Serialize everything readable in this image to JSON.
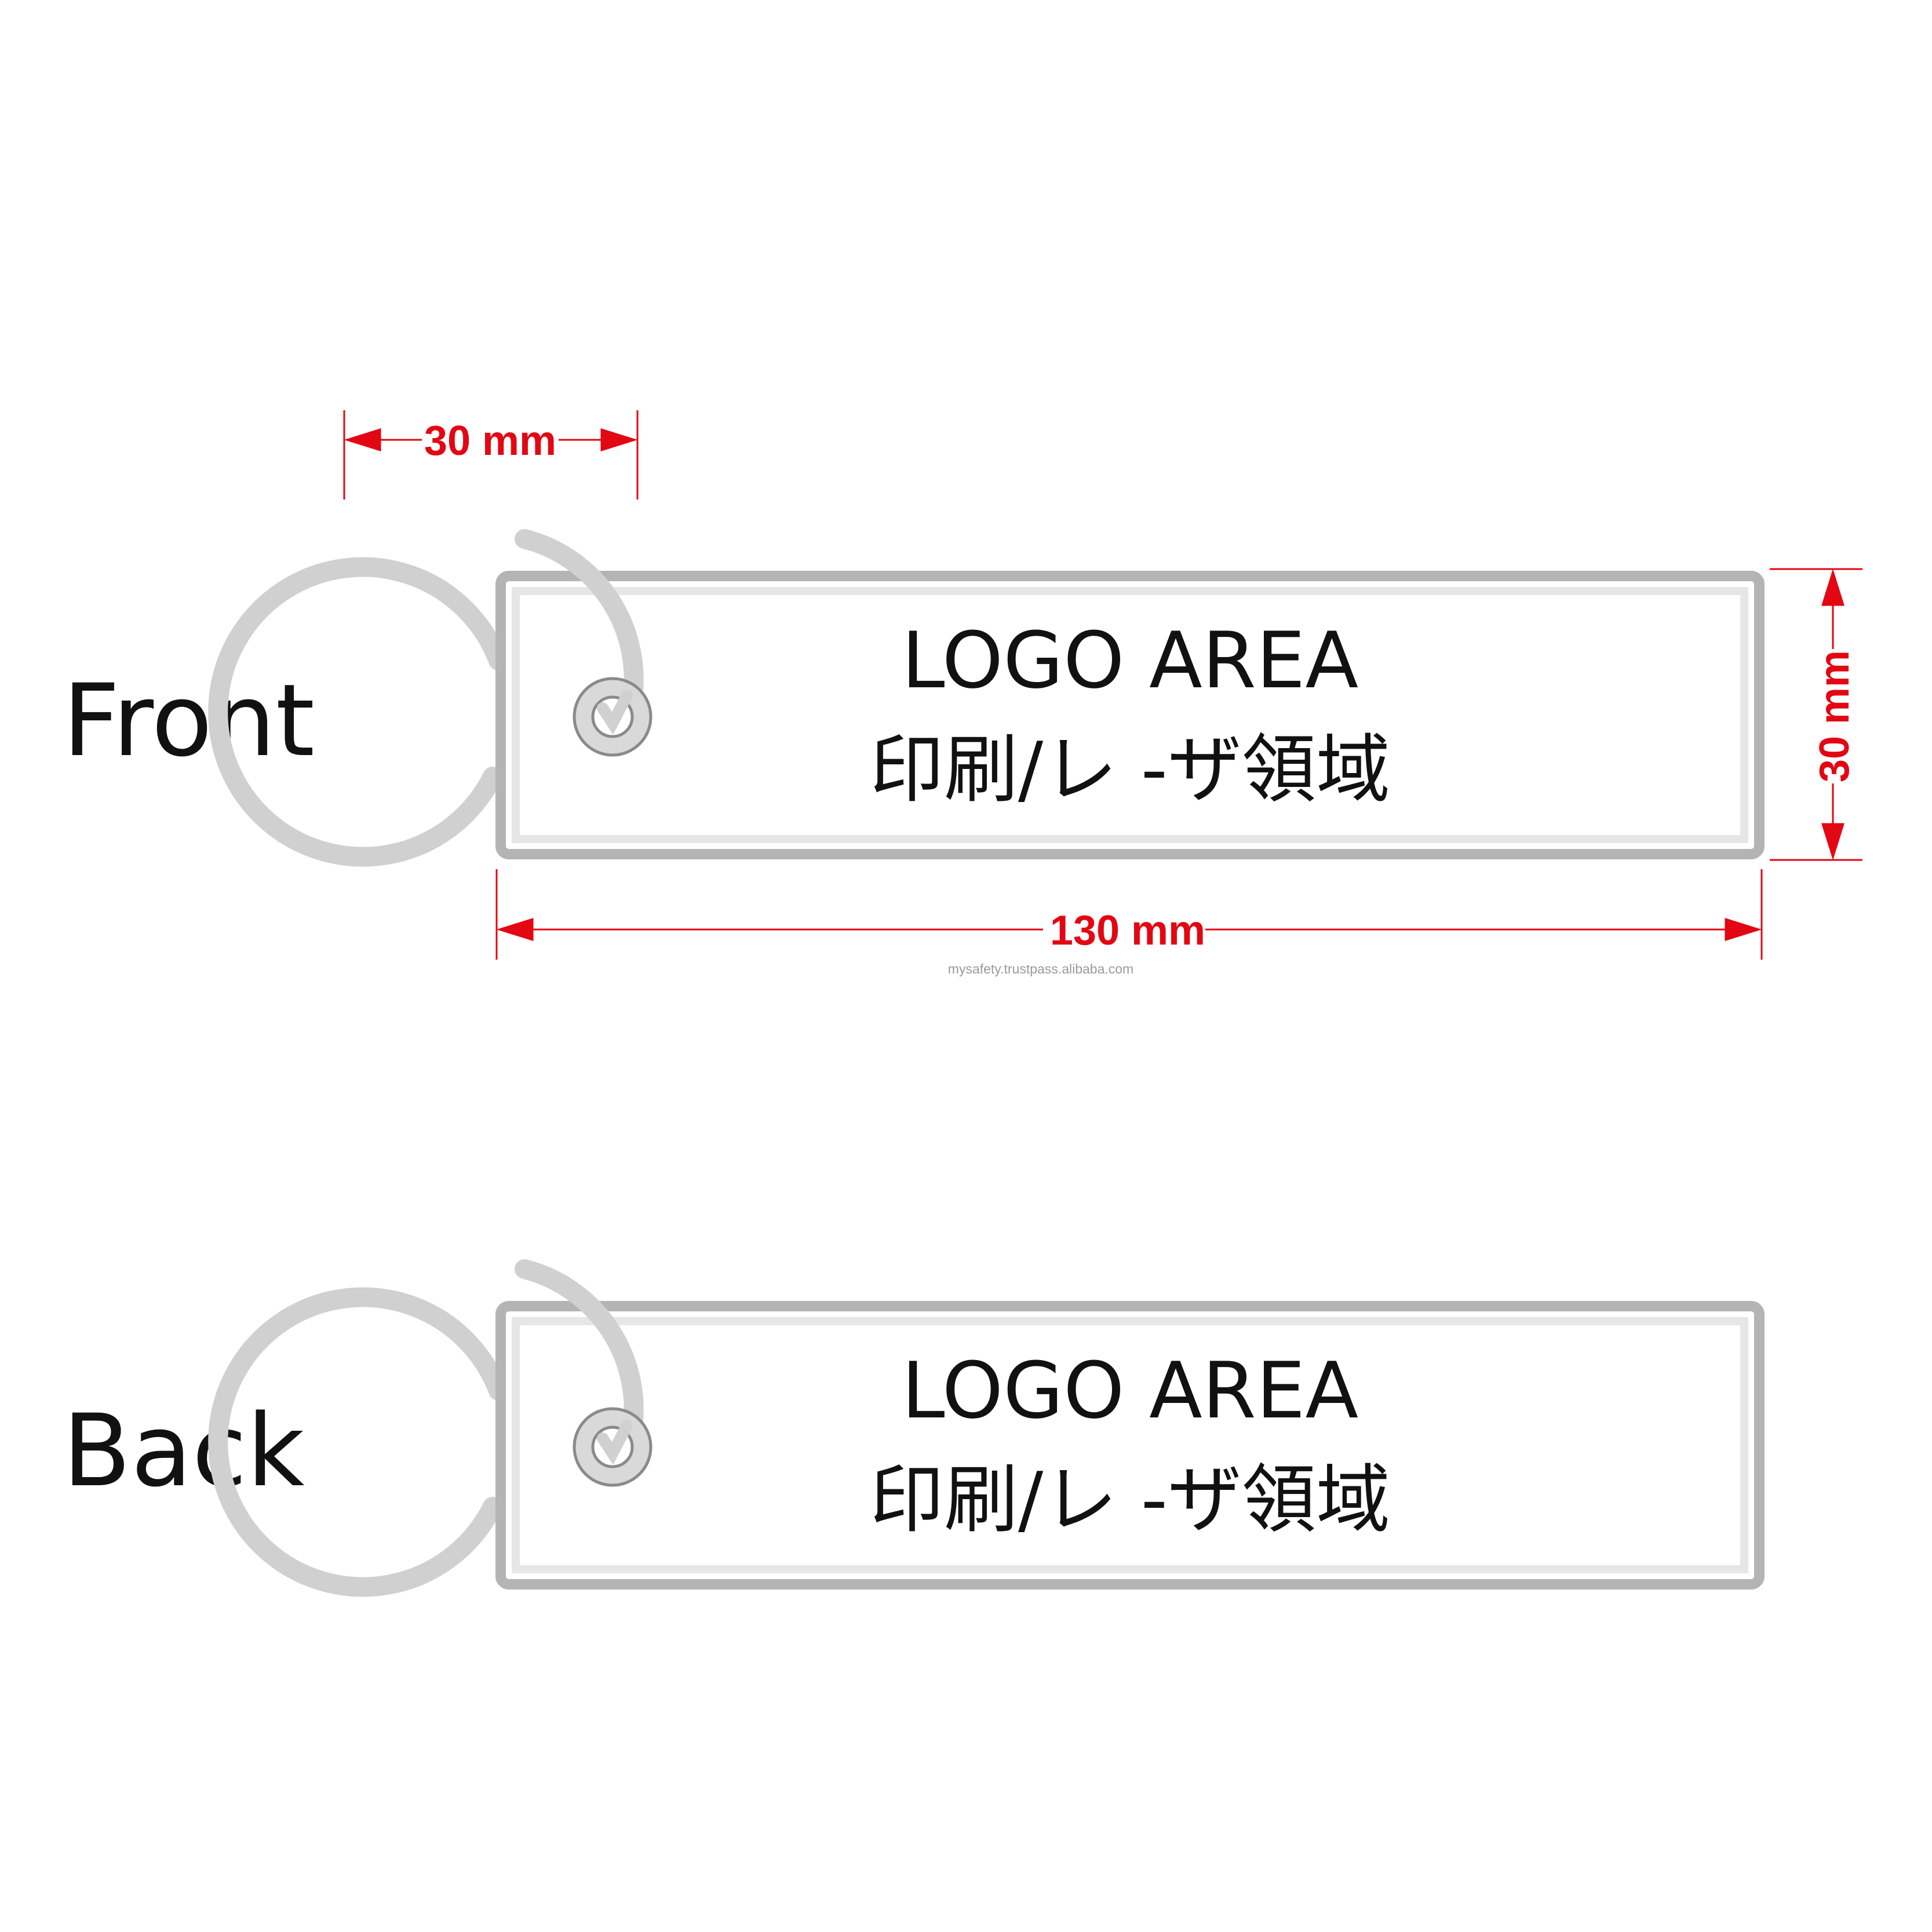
{
  "colors": {
    "background": "#ffffff",
    "dimension": "#e30613",
    "tag_border": "#b4b4b4",
    "tag_inner_border": "#e6e6e6",
    "tag_fill": "#ffffff",
    "ring": "#d0d0d0",
    "grommet": "#c8c8c8",
    "text": "#111111",
    "watermark": "#9a9a9a"
  },
  "front": {
    "label": "Front",
    "logo_line1": "LOGO AREA",
    "logo_line2": "印刷/レ -ザ領域"
  },
  "back": {
    "label": "Back",
    "logo_line1": "LOGO AREA",
    "logo_line2": "印刷/レ -ザ領域"
  },
  "dimensions": {
    "ring_width": "30 mm",
    "tag_height": "30 mm",
    "tag_length": "130 mm"
  },
  "watermark": "mysafety.trustpass.alibaba.com"
}
